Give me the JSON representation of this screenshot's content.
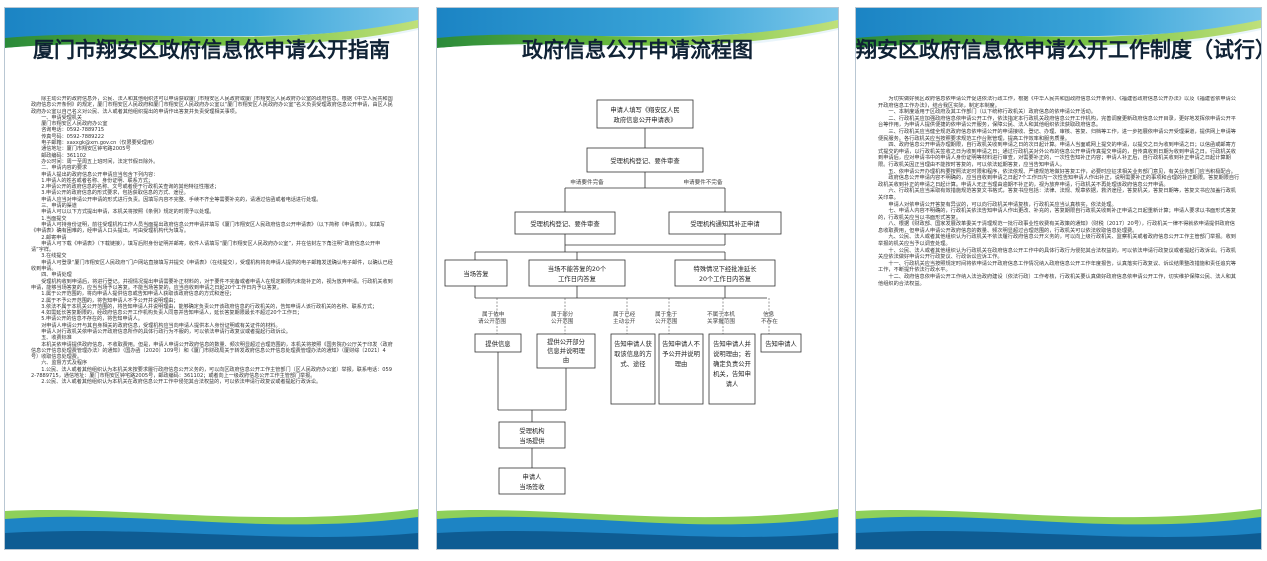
{
  "boards": {
    "guide": {
      "title": "厦门市翔安区政府信息依申请公开指南",
      "body": "　　除主动公开的政府信息外，公民、法人和其他组织还可以申请获取厦门市翔安区人民政府或厦门市翔安区人民政府办公室的政府信息。根据《中华人民共和国政府信息公开条例》的规定，厦门市翔安区人民政府和厦门市翔安区人民政府办公室以“厦门市翔安区人民政府办公室”名义负责受理政府信息公开申请，由区人民政府办公室以自己名义对公民、法人或者其他组织提出的申请作出答复并负责受理相关事项。\n　　一、申请受理机关\n　　厦门市翔安区人民政府办公室\n　　咨询电话：0592-7889715\n　　传真号码：0592-7889222\n　　电子邮箱：xaxxgk@xm.gov.cn（仅限要受理用）\n　　通信地址：厦门市翔安区钟宅路2005号\n　　邮政编码：361102\n　　办公时间：周一至周五上班时间，法定节假日除外。\n　　二、申请内容的要求\n　　申请人提出的政府信息公开申请应当包含下列内容：\n　　1.申请人的姓名或者名称、身份证明、联系方式；\n　　2.申请公开的政府信息的名称、文号或者便于行政机关查询的其他特征性描述；\n　　3.申请公开的政府信息的形式要求，包括获取信息的方式、途径。\n　　申请人应当对申请公开申请的形式进行负责。因填写内容不完整、手续不齐全等需要补充的，请通过信函或者电话进行处理。\n　　三、申请的渠道\n　　申请人可以以下方式提出申请，本机关将按照《条例》规定的时限予以处理。\n　　1.当面提交\n　　申请人可持身份证明，前往受理机构工作人员当面提出政府信息公开申请并填写《厦门市翔安区人民政府信息公开申请表》（以下简称《申请表》）。如填写《申请表》确有困难的，经申请人口头提出，可由受理机构代为填写。\n　　2.邮寄申请\n　　申请人可下载《申请表》（下载链接），填写后附身份证明并邮寄，收件人请填写“厦门市翔安区人民政府办公室”，并在信封左下角注明“政府信息公开申请”字样。\n　　3.在线提交\n　　申请人可登录“厦门市翔安区人民政府”门户网站直接填写并提交《申请表》（在线提交），受理机构将向申请人提供的电子邮箱发送确认电子邮件，以确认已经收到申请。\n　　四、申请处理\n　　受理机构收到申请后，将进行登记。并视情况提出申请需要补正材料的，对于要件不完备或者申请人在规定期限内未能补正的，视为放弃申请。行政机关收到申请，能够当场答复的，应当当场予以答复。不能当场答复的，应当自收到申请之日起20个工作日内予以答复。\n　　1.属于公开范围的，将向申请人提供信息或告知申请人获取该政府信息的方式和途径；\n　　2.属于不予公开范围的，将告知申请人不予公开并说明理由；\n　　3.依法不属于本机关公开范围的，将告知申请人并说明理由，能够确定负责公开该政府信息的行政机关的，告知申请人该行政机关的名称、联系方式；\n　　4.如需延长答复期限的，经政府信息公开工作机构负责人同意并告知申请人，延长答复期限最长不超过20个工作日；\n　　5.申请公开的信息不存在的，将告知申请人。\n　　对申请人申请公开与其自身相关的政府信息，受理机构应当向申请人提供本人身份证明或有关证件的材料。\n　　申请人对行政机关依申请公开政府信息所作的具体行政行为不服的，可以依法申请行政复议或者提起行政诉讼。\n　　五、收费标准\n　　本机关依申请提供政府信息，不收取费用。但是，申请人申请公开政府信息的数量、频次明显超过合理范围的，本机关将按照《国务院办公厅关于印发〈政府信息公开信息处理费管理办法〉的通知》（国办函〔2020〕109号）和《厦门市财政局关于转发政府信息公开信息处理费管理办法的通知》（厦财综〔2021〕4号）收取信息处理费。\n　　六、监督方式及程序\n　　1.公民、法人或者其他组织认为本机关未按要求履行政府信息公开义务的，可以向区政府信息公开工作主管部门（区人民政府办公室）举报，联系电话：0592-7889715，通信地址：厦门市翔安区钟宅路2005号，邮政编码：361102；或者向上一级政府信息公开工作主管部门举报。\n　　2.公民、法人或者其他组织认为本机关在政府信息公开工作中侵犯其合法权益的，可以依法申请行政复议或者提起行政诉讼。"
    },
    "flow": {
      "title": "政府信息公开申请流程图",
      "nodes": {
        "n1": "申请人填写《翔安区人民",
        "n1b": "政府信息公开申请表》",
        "n2": "受理机构登记、要件审查",
        "n3": "受理机构登记、要件审查",
        "n4": "受理机构通知其补正申请",
        "n5": "当场答复",
        "n6": "当场不能答复的20个",
        "n6b": "工作日内答复",
        "n7": "特殊情况下经批准延长",
        "n7b": "20个工作日内答复",
        "r1": "提供信息",
        "r2a": "提供公开部分",
        "r2b": "信息并说明理",
        "r2c": "由",
        "r3a": "告知申请人获",
        "r3b": "取该信息的方",
        "r3c": "式、途径",
        "r4a": "告知申请人不",
        "r4b": "予公开并说明",
        "r4c": "理由",
        "r5a": "告知申请人并",
        "r5b": "说明理由；若",
        "r5c": "确定负责公开",
        "r5d": "机关，告知申",
        "r5e": "请人",
        "r6": "告知申请人",
        "n8": "受理机构",
        "n8b": "当场提供",
        "n9": "申请人",
        "n9b": "当场签收"
      },
      "labels": {
        "complete": "申请要件完备",
        "incomplete": "申请要件不完备",
        "l1a": "属于依申",
        "l1b": "请公开范围",
        "l2a": "属于部分",
        "l2b": "公开范围",
        "l3a": "属于已经",
        "l3b": "主动公开",
        "l4a": "属于免于",
        "l4b": "公开范围",
        "l5a": "不属于本机",
        "l5b": "关掌握范围",
        "l6a": "信息",
        "l6b": "不存在"
      }
    },
    "system": {
      "title": "翔安区政府信息依申请公开工作制度（试行）",
      "body": "　　为切实做好我区政府信息依申请公开促进依法行政工作，根据《中华人民共和国政府信息公开条例》、《福建省政府信息公开办法》以及《福建省依申请公开政府信息工作办法》，结合我区实际，制定本制度。\n　　一、本制度适用于区政府及其工作部门（以下统称行政机关）政府信息的依申请公开活动。\n　　二、行政机关应加强政府信息依申请公开工作，依法指定本行政机关政府信息公开工作机构，完善调度更新政府信息公开目录，更好地发挥依申请公开平台等作用，为申请人提供便捷的依申请公开服务，保障公民、法人和其他组织依法获取政府信息。\n　　三、行政机关应当健全规范政府信息依申请公开的申请接收、登记、办理、审核、答复、归档等工作，进一步拓展依申请公开受理渠道，提供网上申请等便民服务。各行政机关应当按照要求规范工作台账管理，提高工作效率和服务质量。\n　　四、政府信息公开申请办理期限，自行政机关收到申请之日的次日起计算。申请人当面或网上提交的申请，以提交之日为收到申请之日；以信函或邮寄方式提交的申请，以行政机关签收之日为收到申请之日；通过行政机关对外公布的信息公开申请传真提交申请的，自传真收到日期为收到申请之日。行政机关收到申请后，应对申请书中的申请人身份证明等材料进行审查，对需要补正的，一次性告知补正内容；申请人补正后，自行政机关收到补正申请之日起计算期限。行政机关因正当理由不能按时答复的，可以依法延期答复，应当告知申请人。\n　　五、依申请公开办理机构要按照法定时限和程序，依法依规、严谨规范地做好答复工作，必要时应征求相关业务部门意见，有关业务部门应当积极配合。\n　　政府信息公开申请内容不明确的，应当自收到申请之日起7个工作日内一次性告知申请人作出补正，说明需要补正的事项和合理的补正期限。答复期限自行政机关收到补正的申请之日起计算。申请人无正当理由逾期不补正的，视为放弃申请，行政机关不再处理该政府信息公开申请。\n　　六、行政机关应当采取有效措施规范答复文书格式，答复书应包括：法律、法规、规章依据，救济途径，答复机关，答复日期等，答复文书应加盖行政机关印章。\n　　申请人对依申请公开答复有异议的，可以向行政机关申请复核，行政机关应当认真核实，依法处理。\n　　七、申请人内容不明确的，行政机关依法告知申请人作出更改、补充的，答复期限自行政机关收到补正申请之日起重新计算；申请人要求以书面形式答复的，行政机关应当以书面形式答复。\n　　八、根据《财政部、国家发展改革委关于清理规范一批行政事业性收费有关政策的通知》（财税〔2017〕20号），行政机关一律不得就依申请提供政府信息收取费用，但申请人申请公开政府信息的数量、频次明显超过合理范围的，行政机关可以依法收取信息处理费。\n　　九、公民、法人或者其他组织认为行政机关不依法履行政府信息公开义务的，可以向上级行政机关、监察机关或者政府信息公开工作主管部门举报。收到举报的机关应当予以调查处理。\n　　十、公民、法人或者其他组织认为行政机关在政府信息公开工作中的具体行政行为侵犯其合法权益的，可以依法申请行政复议或者提起行政诉讼。行政机关应依法做好申请公开行政复议、行政诉讼应诉工作。\n　　十一、行政机关应当按照规定时间将依申请公开政府信息工作情况纳入政府信息公开工作年度报告，认真落实行政复议、诉讼结果整改措施和责任追究等工作，不断提升依法行政水平。\n　　十二、政府信息依申请公开工作纳入法治政府建设（依法行政）工作考核，行政机关要认真做好政府信息依申请公开工作，切实维护保障公民、法人和其他组织的合法权益。"
    }
  }
}
